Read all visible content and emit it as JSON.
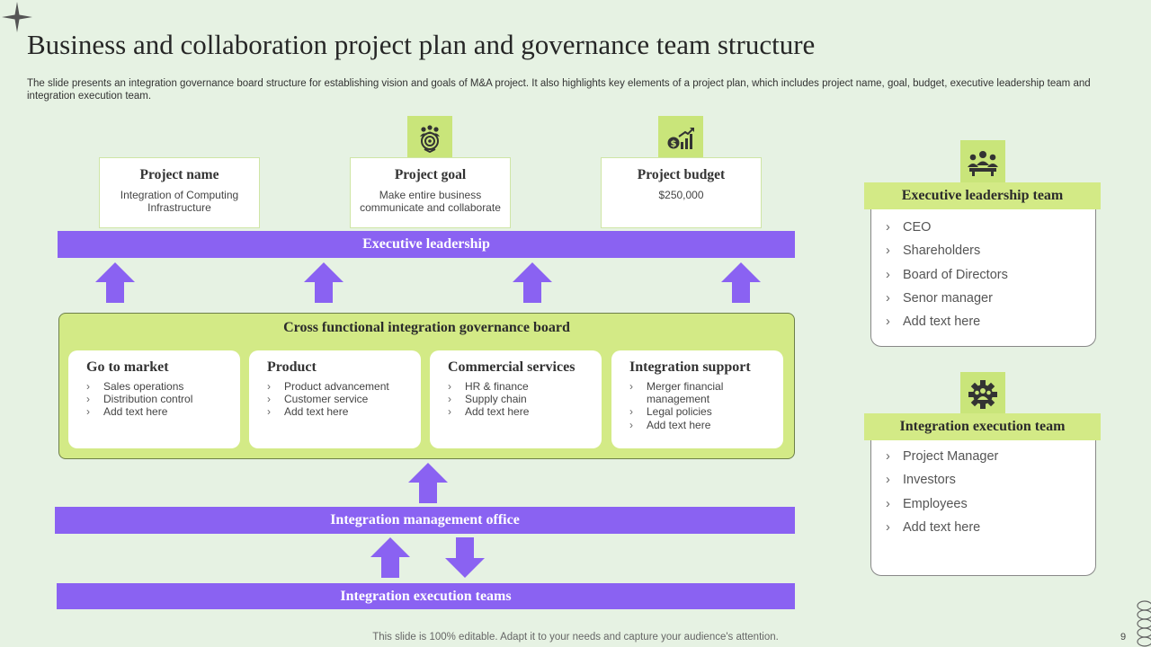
{
  "slide": {
    "title": "Business and collaboration project plan and governance team structure",
    "subtitle": "The slide presents an integration governance board structure for establishing vision and goals of M&A project. It also highlights key elements of a project plan, which includes project name, goal, budget, executive leadership team and integration execution team.",
    "footer": "This slide is 100% editable. Adapt it to your needs and capture your audience's attention.",
    "page_number": "9"
  },
  "project": {
    "name": {
      "title": "Project name",
      "body": "Integration of Computing Infrastructure"
    },
    "goal": {
      "title": "Project goal",
      "body": "Make entire business communicate and collaborate"
    },
    "budget": {
      "title": "Project budget",
      "body": "$250,000"
    }
  },
  "bars": {
    "executive_leadership": "Executive leadership",
    "management_office": "Integration management office",
    "execution_teams": "Integration execution teams"
  },
  "board": {
    "title": "Cross functional integration governance board",
    "cards": [
      {
        "title": "Go to market",
        "items": [
          "Sales operations",
          "Distribution control",
          "Add text here"
        ]
      },
      {
        "title": "Product",
        "items": [
          "Product advancement",
          "Customer service",
          "Add text here"
        ]
      },
      {
        "title": "Commercial services",
        "items": [
          "HR & finance",
          "Supply chain",
          "Add text here"
        ]
      },
      {
        "title": "Integration support",
        "items": [
          "Merger financial management",
          "Legal policies",
          "Add text here"
        ]
      }
    ]
  },
  "executive_team": {
    "title": "Executive leadership team",
    "items": [
      "CEO",
      "Shareholders",
      "Board of Directors",
      "Senor manager",
      "Add text here"
    ]
  },
  "execution_team": {
    "title": "Integration execution team",
    "items": [
      "Project Manager",
      "Investors",
      "Employees",
      "Add text here"
    ]
  },
  "icons": {
    "goal": "team-target-icon",
    "budget": "money-growth-icon",
    "executive": "team-meeting-icon",
    "execution": "team-gear-icon"
  },
  "colors": {
    "background": "#e6f2e3",
    "accent_purple": "#8a62f2",
    "accent_green": "#d3ea86",
    "icon_green": "#c9e57a"
  }
}
